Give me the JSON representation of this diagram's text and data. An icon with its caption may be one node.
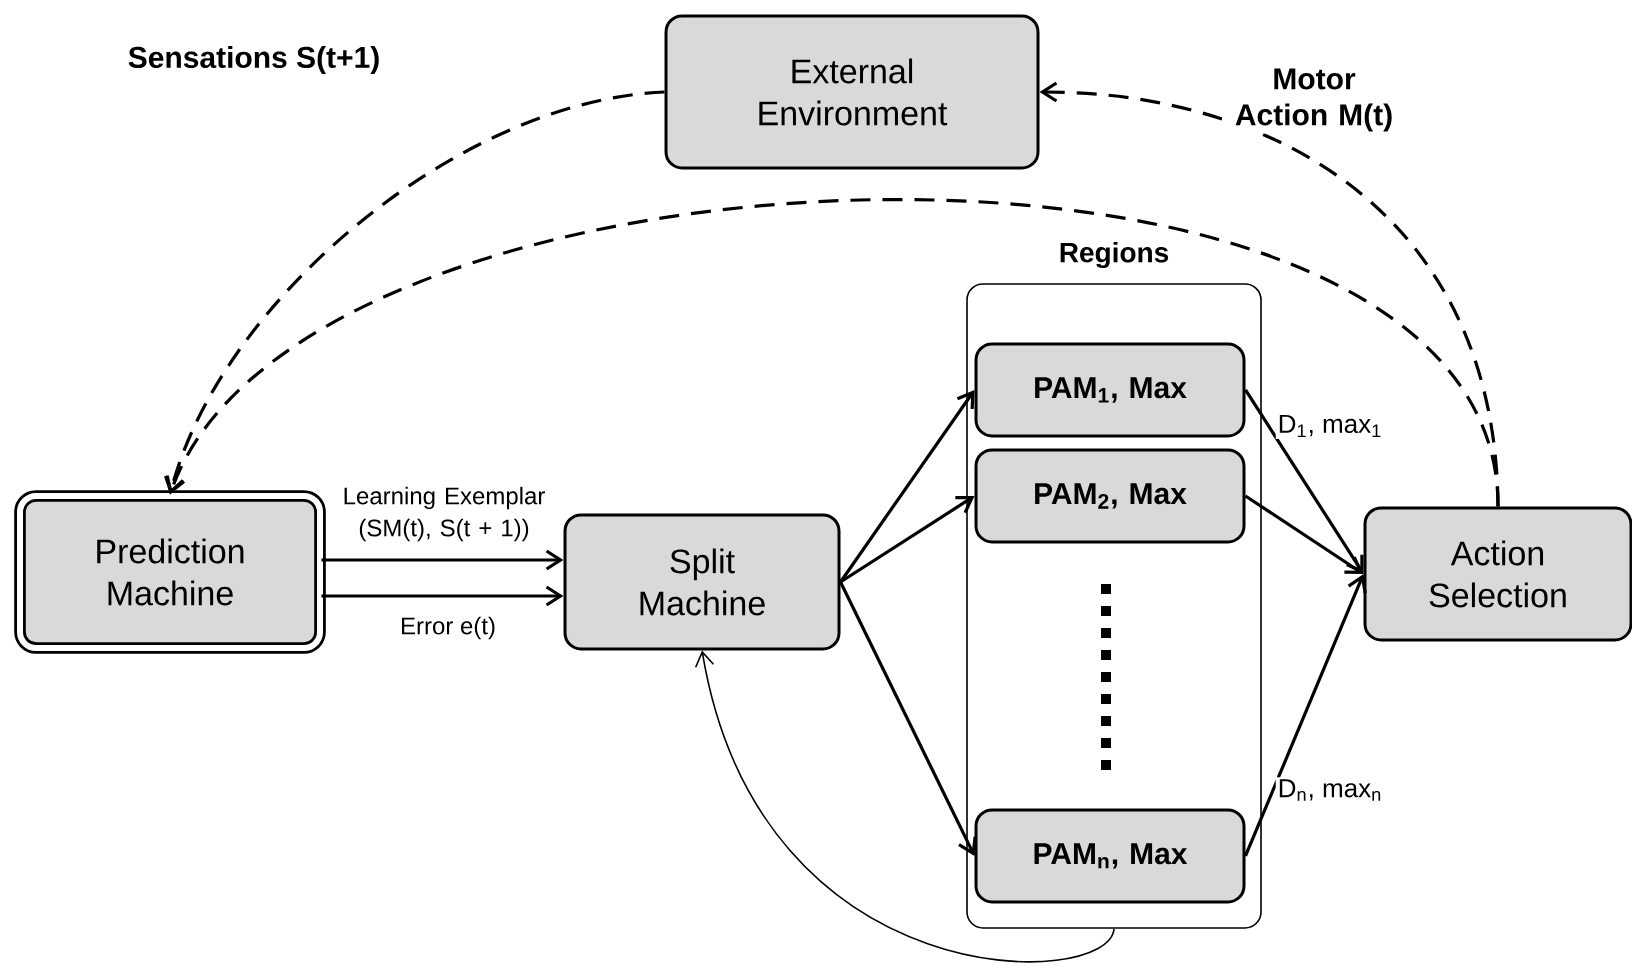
{
  "diagram": {
    "nodes": [
      {
        "text": [
          "External Environment"
        ]
      },
      {
        "text": [
          "Prediction Machine"
        ]
      },
      {
        "text": [
          "Split Machine"
        ]
      },
      {
        "text": [
          "Regions"
        ]
      },
      {
        "text": [
          "PAM$_{1}$, Max"
        ],
        "in": 3
      },
      {
        "text": [
          "PAM$_{2}$, Max"
        ],
        "in": 3
      },
      {
        "text": [
          "PAM$_{n}$, Max"
        ],
        "in": 3
      },
      {
        "text": [
          "Action Selection"
        ]
      }
    ],
    "edges": [
      {
        "from": 0,
        "to": 1,
        "arrow": "to",
        "style": "dashed",
        "label": "Sensations S(t+1)"
      },
      {
        "from": 7,
        "to": 1,
        "arrow": "to",
        "style": "dashed"
      },
      {
        "from": 7,
        "to": 0,
        "arrow": "to",
        "style": "dashed",
        "label": "Motor Action M(t)"
      },
      {
        "from": 1,
        "to": 2,
        "arrow": "to",
        "label": "Learning Exemplar (SM(t), S(t + 1))"
      },
      {
        "from": 1,
        "to": 2,
        "arrow": "to",
        "label": "Error e(t)"
      },
      {
        "from": 2,
        "to": 4,
        "arrow": "to"
      },
      {
        "from": 2,
        "to": 5,
        "arrow": "to"
      },
      {
        "from": 2,
        "to": 6,
        "arrow": "to"
      },
      {
        "from": 4,
        "to": 7,
        "arrow": "to",
        "label": "D$_{1}$, max$_{1}$"
      },
      {
        "from": 5,
        "to": 7,
        "arrow": "to"
      },
      {
        "from": 6,
        "to": 7,
        "arrow": "to",
        "label": "D$_{n}$, max$_{n}$"
      },
      {
        "from": 3,
        "to": 2,
        "arrow": "to"
      }
    ]
  }
}
